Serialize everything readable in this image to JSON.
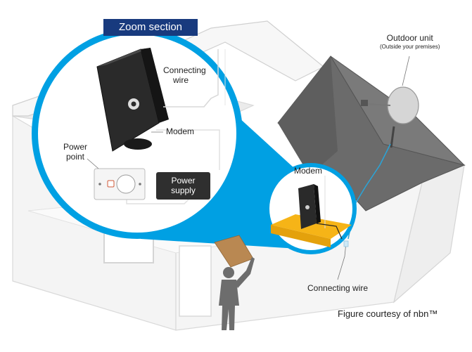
{
  "zoom_section_label": "Zoom section",
  "labels": {
    "connecting_wire_zoom_line1": "Connecting",
    "connecting_wire_zoom_line2": "wire",
    "modem_zoom": "Modem",
    "power_point_line1": "Power",
    "power_point_line2": "point",
    "power_supply_line1": "Power",
    "power_supply_line2": "supply",
    "outdoor_unit": "Outdoor unit",
    "outdoor_unit_note": "(Outside your premises)",
    "modem_small": "Modem",
    "connecting_wire_bottom": "Connecting wire"
  },
  "credit": "Figure courtesy of nbn™",
  "colors": {
    "zoom_blue": "#00a0e3",
    "tag_navy": "#183a7e",
    "roof_grey": "#6b6b6b",
    "modem_black": "#2a2a2a",
    "shelf_yellow": "#f6b417"
  }
}
